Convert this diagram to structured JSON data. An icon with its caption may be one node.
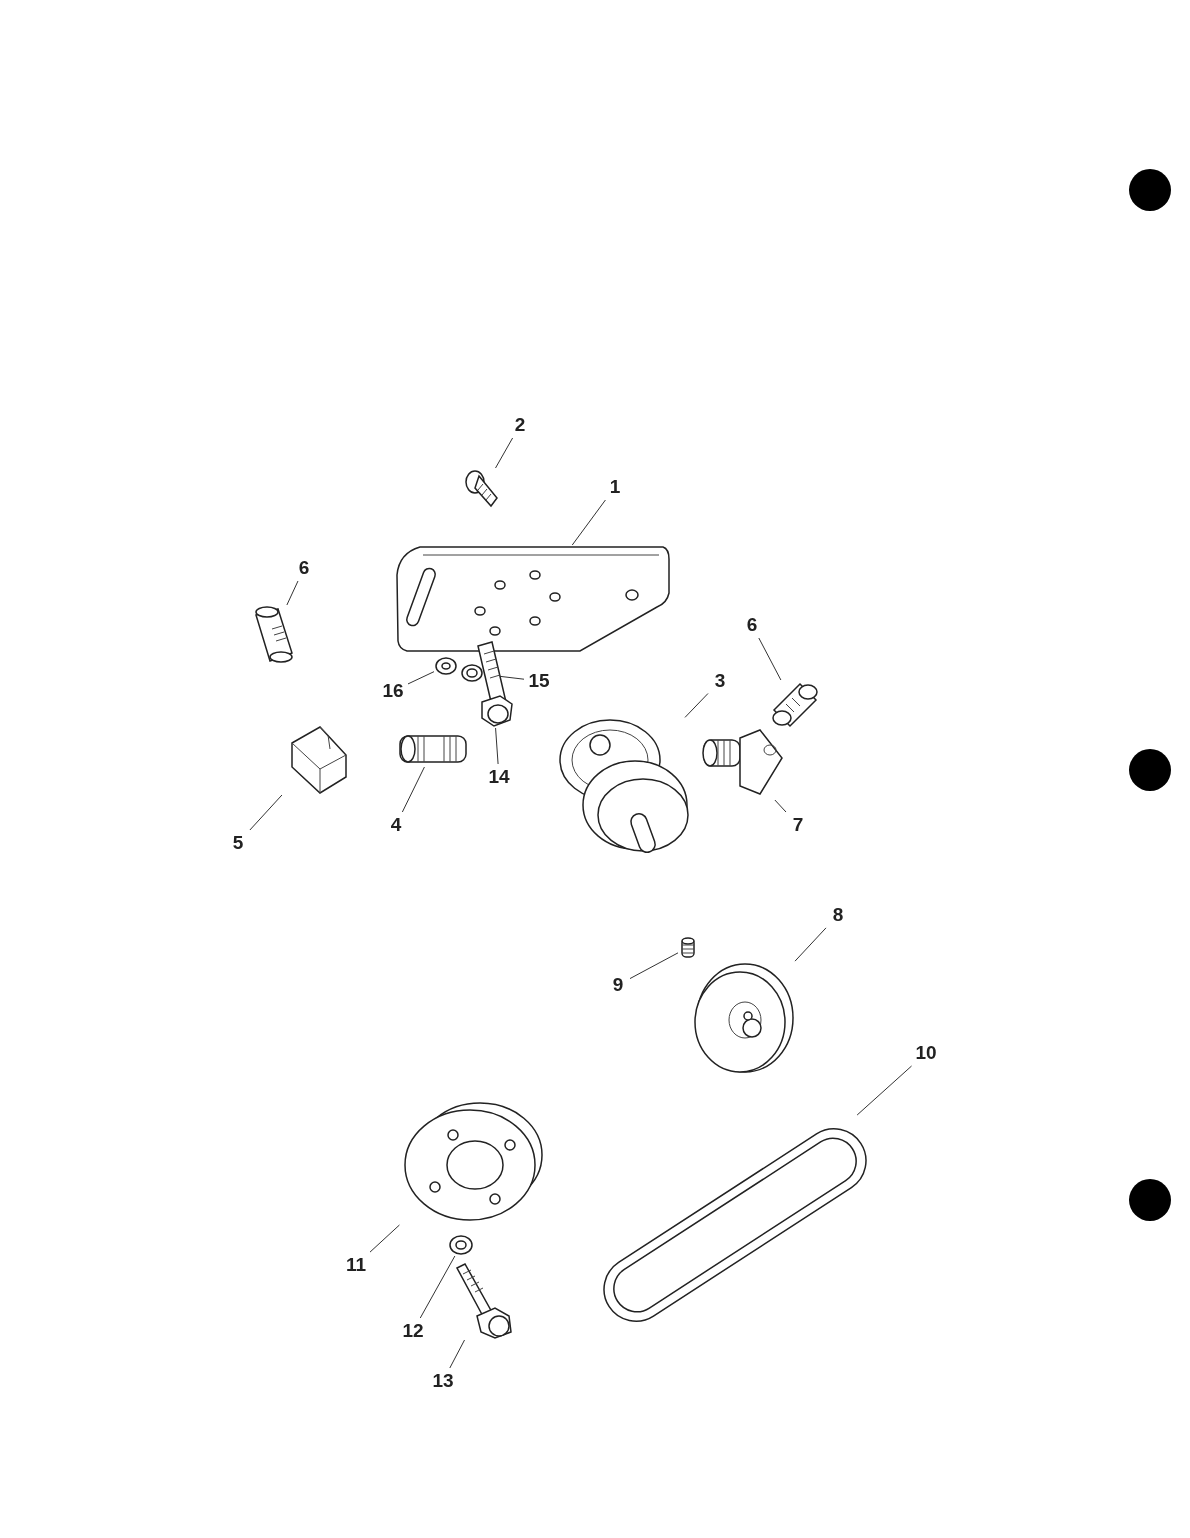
{
  "diagram": {
    "nodes": [
      {
        "text": [
          "2"
        ]
      },
      {
        "text": [],
        "shape": "picture"
      },
      {
        "text": [
          "1"
        ]
      },
      {
        "text": [],
        "shape": "picture"
      },
      {
        "text": [
          "6"
        ]
      },
      {
        "text": [],
        "shape": "picture"
      },
      {
        "text": [
          "16"
        ]
      },
      {
        "text": [],
        "shape": "picture"
      },
      {
        "text": [
          "15"
        ]
      },
      {
        "text": [],
        "shape": "picture"
      },
      {
        "text": [
          "14"
        ]
      },
      {
        "text": [],
        "shape": "picture"
      },
      {
        "text": [
          "3"
        ]
      },
      {
        "text": [],
        "shape": "picture"
      },
      {
        "text": [
          "6"
        ]
      },
      {
        "text": [],
        "shape": "picture"
      },
      {
        "text": [
          "5"
        ]
      },
      {
        "text": [],
        "shape": "picture"
      },
      {
        "text": [
          "4"
        ]
      },
      {
        "text": [],
        "shape": "picture"
      },
      {
        "text": [
          "7"
        ]
      },
      {
        "text": [],
        "shape": "picture"
      },
      {
        "text": [
          "9"
        ]
      },
      {
        "text": [],
        "shape": "picture"
      },
      {
        "text": [
          "8"
        ]
      },
      {
        "text": [],
        "shape": "picture"
      },
      {
        "text": [
          "10"
        ]
      },
      {
        "text": [],
        "shape": "picture"
      },
      {
        "text": [
          "11"
        ]
      },
      {
        "text": [],
        "shape": "picture"
      },
      {
        "text": [
          "12"
        ]
      },
      {
        "text": [],
        "shape": "picture"
      },
      {
        "text": [
          "13"
        ]
      },
      {
        "text": [],
        "shape": "picture"
      }
    ],
    "edges": [
      {
        "from": 0,
        "to": 1,
        "arrow": "none"
      },
      {
        "from": 2,
        "to": 3,
        "arrow": "none"
      },
      {
        "from": 4,
        "to": 5,
        "arrow": "none"
      },
      {
        "from": 6,
        "to": 7,
        "arrow": "none"
      },
      {
        "from": 8,
        "to": 9,
        "arrow": "none"
      },
      {
        "from": 10,
        "to": 11,
        "arrow": "none"
      },
      {
        "from": 12,
        "to": 13,
        "arrow": "none"
      },
      {
        "from": 14,
        "to": 15,
        "arrow": "none"
      },
      {
        "from": 16,
        "to": 17,
        "arrow": "none"
      },
      {
        "from": 18,
        "to": 19,
        "arrow": "none"
      },
      {
        "from": 20,
        "to": 21,
        "arrow": "none"
      },
      {
        "from": 22,
        "to": 23,
        "arrow": "none"
      },
      {
        "from": 24,
        "to": 25,
        "arrow": "none"
      },
      {
        "from": 26,
        "to": 27,
        "arrow": "none"
      },
      {
        "from": 28,
        "to": 29,
        "arrow": "none"
      },
      {
        "from": 30,
        "to": 31,
        "arrow": "none"
      },
      {
        "from": 32,
        "to": 33,
        "arrow": "none"
      }
    ]
  }
}
